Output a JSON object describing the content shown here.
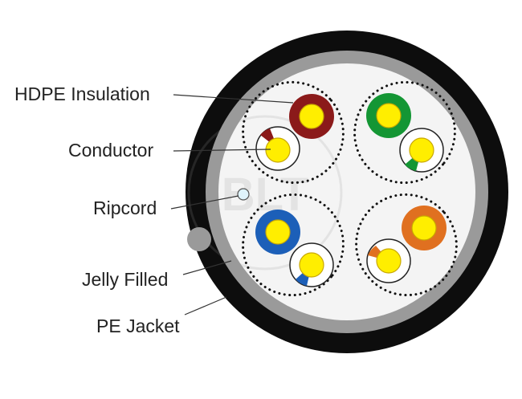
{
  "labels": {
    "insulation": "HDPE Insulation",
    "conductor": "Conductor",
    "ripcord": "Ripcord",
    "jelly": "Jelly Filled",
    "jacket": "PE Jacket"
  },
  "colors": {
    "jacket": "#0d0d0d",
    "shield": "#9a9a9a",
    "core_background": "#f4f4f4",
    "conductor": "#ffee00",
    "ripcord": "#dff3fb",
    "pair_colors": [
      "#8b1a1a",
      "#149634",
      "#1c5fb8",
      "#e07020"
    ]
  },
  "watermark": "BLT"
}
